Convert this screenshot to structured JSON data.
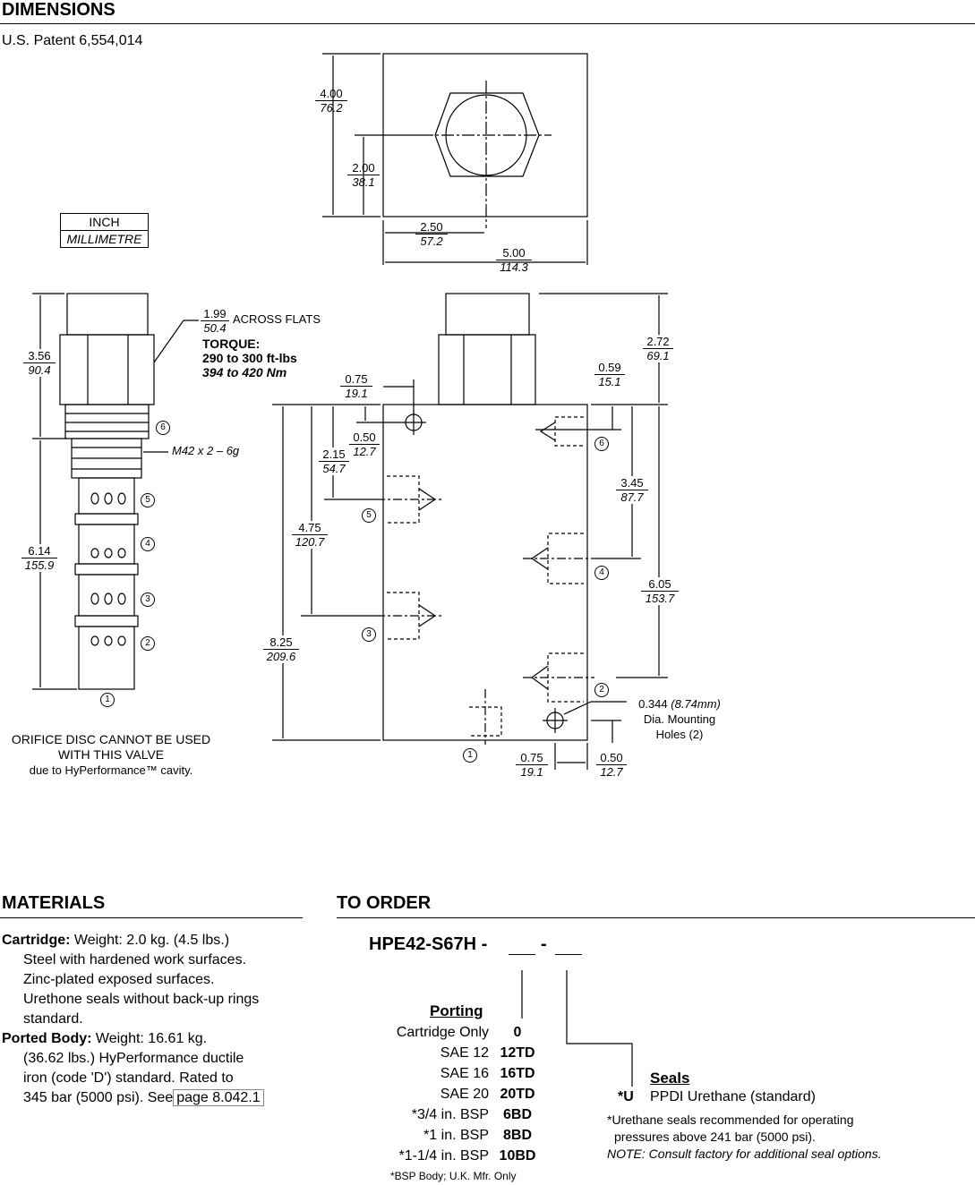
{
  "dimensions": {
    "heading": "DIMENSIONS",
    "patent": "U.S. Patent 6,554,014",
    "units_legend": {
      "inch": "INCH",
      "mm": "MILLIMETRE"
    },
    "top_view": {
      "d1": [
        "4.00",
        "76.2"
      ],
      "d2": [
        "2.00",
        "38.1"
      ],
      "d3": [
        "2.50",
        "57.2"
      ],
      "d4": [
        "5.00",
        "114.3"
      ]
    },
    "cartridge": {
      "d_356": [
        "3.56",
        "90.4"
      ],
      "d_614": [
        "6.14",
        "155.9"
      ],
      "flats": [
        "1.99",
        "50.4"
      ],
      "flats_label": "ACROSS FLATS",
      "torque_title": "TORQUE:",
      "torque_ft": "290 to 300 ft-lbs",
      "torque_nm": "394 to 420 Nm",
      "thread": "M42 x 2 – 6g",
      "orifice_note": [
        "ORIFICE DISC CANNOT BE USED",
        "WITH THIS VALVE",
        "due to HyPerformance™ cavity."
      ]
    },
    "body": {
      "d_075a": [
        "0.75",
        "19.1"
      ],
      "d_050a": [
        "0.50",
        "12.7"
      ],
      "d_215": [
        "2.15",
        "54.7"
      ],
      "d_475": [
        "4.75",
        "120.7"
      ],
      "d_825": [
        "8.25",
        "209.6"
      ],
      "d_272": [
        "2.72",
        "69.1"
      ],
      "d_059": [
        "0.59",
        "15.1"
      ],
      "d_345": [
        "3.45",
        "87.7"
      ],
      "d_605": [
        "6.05",
        "153.7"
      ],
      "d_075b": [
        "0.75",
        "19.1"
      ],
      "d_050b": [
        "0.50",
        "12.7"
      ],
      "mount_dia": "0.344",
      "mount_dia_mm": "(8.74mm)",
      "mount_l2": "Dia. Mounting",
      "mount_l3": "Holes (2)"
    },
    "ports": [
      "1",
      "2",
      "3",
      "4",
      "5",
      "6"
    ]
  },
  "materials": {
    "heading": "MATERIALS",
    "cartridge_label": "Cartridge:",
    "cartridge_l1": " Weight: 2.0 kg. (4.5 lbs.)",
    "cartridge_l2": "Steel with hardened work surfaces.",
    "cartridge_l3": "Zinc-plated exposed surfaces.",
    "cartridge_l4": "Urethone seals without back-up rings",
    "cartridge_l5": "standard.",
    "body_label": "Ported Body:",
    "body_l1": " Weight: 16.61 kg.",
    "body_l2": "(36.62 lbs.) HyPerformance ductile",
    "body_l3": "iron (code 'D') standard. Rated to",
    "body_l4": "345 bar (5000 psi). See",
    "body_link": "page 8.042.1"
  },
  "order": {
    "heading": "TO ORDER",
    "model": "HPE42-S67H -",
    "sep": "-",
    "porting_title": "Porting",
    "porting": [
      {
        "label": "Cartridge Only",
        "code": "0"
      },
      {
        "label": "SAE 12",
        "code": "12TD"
      },
      {
        "label": "SAE 16",
        "code": "16TD"
      },
      {
        "label": "SAE 20",
        "code": "20TD"
      },
      {
        "label": "*3/4 in. BSP",
        "code": "6BD"
      },
      {
        "label": "*1 in. BSP",
        "code": "8BD"
      },
      {
        "label": "*1-1/4 in. BSP",
        "code": "10BD"
      }
    ],
    "bsp_note": "*BSP Body; U.K. Mfr. Only",
    "seals_title": "Seals",
    "seal_code": "*U",
    "seal_label": "PPDI Urethane (standard)",
    "seal_note_l1": "*Urethane seals recommended for operating",
    "seal_note_l2": "pressures above 241 bar (5000 psi).",
    "seal_note_l3": "NOTE:  Consult factory for additional seal options."
  }
}
